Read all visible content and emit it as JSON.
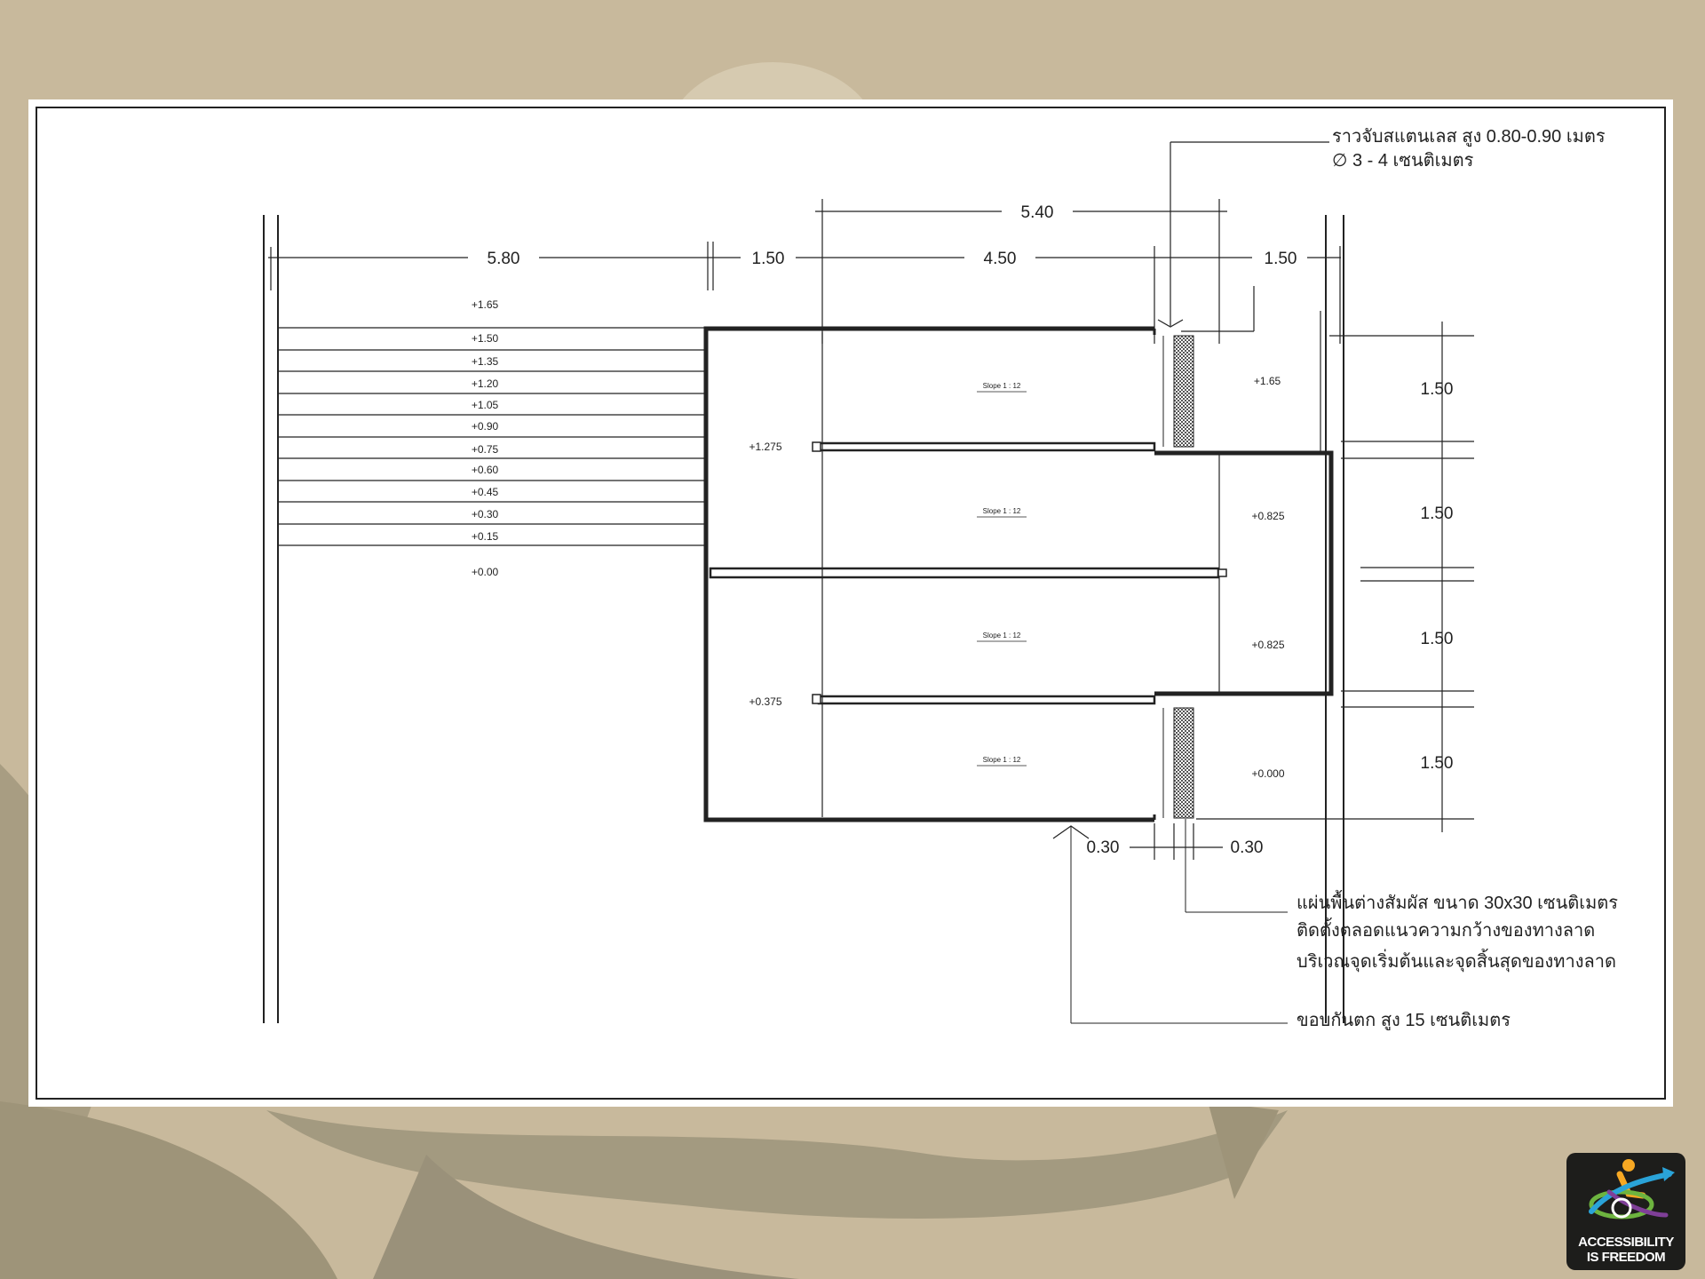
{
  "drawing": {
    "dimensions": {
      "top_overall": "5.40",
      "left_run": "5.80",
      "landing_left": "1.50",
      "ramp_run": "4.50",
      "landing_right": "1.50",
      "row_1": "1.50",
      "row_2": "1.50",
      "row_3": "1.50",
      "row_4": "1.50",
      "tactile_left": "0.30",
      "tactile_right": "0.30"
    },
    "section_levels": [
      "+1.65",
      "+1.50",
      "+1.35",
      "+1.20",
      "+1.05",
      "+0.90",
      "+0.75",
      "+0.60",
      "+0.45",
      "+0.30",
      "+0.15",
      "+0.00"
    ],
    "plan_levels": {
      "upper_landing": "+1.275",
      "lower_landing": "+0.375",
      "top_right": "+1.65",
      "second_right": "+0.825",
      "third_right": "+0.825",
      "bottom_right": "+0.000"
    },
    "slope_label": "Slope 1 : 12",
    "notes": {
      "handrail_line1": "ราวจับสแตนเลส สูง 0.80-0.90 เมตร",
      "handrail_line2": "∅ 3 - 4 เซนติเมตร",
      "tactile_line1": "แผ่นพื้นต่างสัมผัส ขนาด 30x30 เซนติเมตร",
      "tactile_line2": "ติดตั้งตลอดแนวความกว้างของทางลาด",
      "tactile_line3": "บริเวณจุดเริ่มต้นและจุดสิ้นสุดของทางลาด",
      "curb": "ขอบกันตก สูง 15 เซนติเมตร"
    }
  },
  "logo": {
    "line1": "ACCESSIBILITY",
    "line2": "IS FREEDOM"
  },
  "colors": {
    "background": "#c8b99c",
    "background_shape_light": "#d9ceb6",
    "background_shape_dark": "#9e9479",
    "sheet": "#ffffff",
    "ink": "#222222"
  }
}
